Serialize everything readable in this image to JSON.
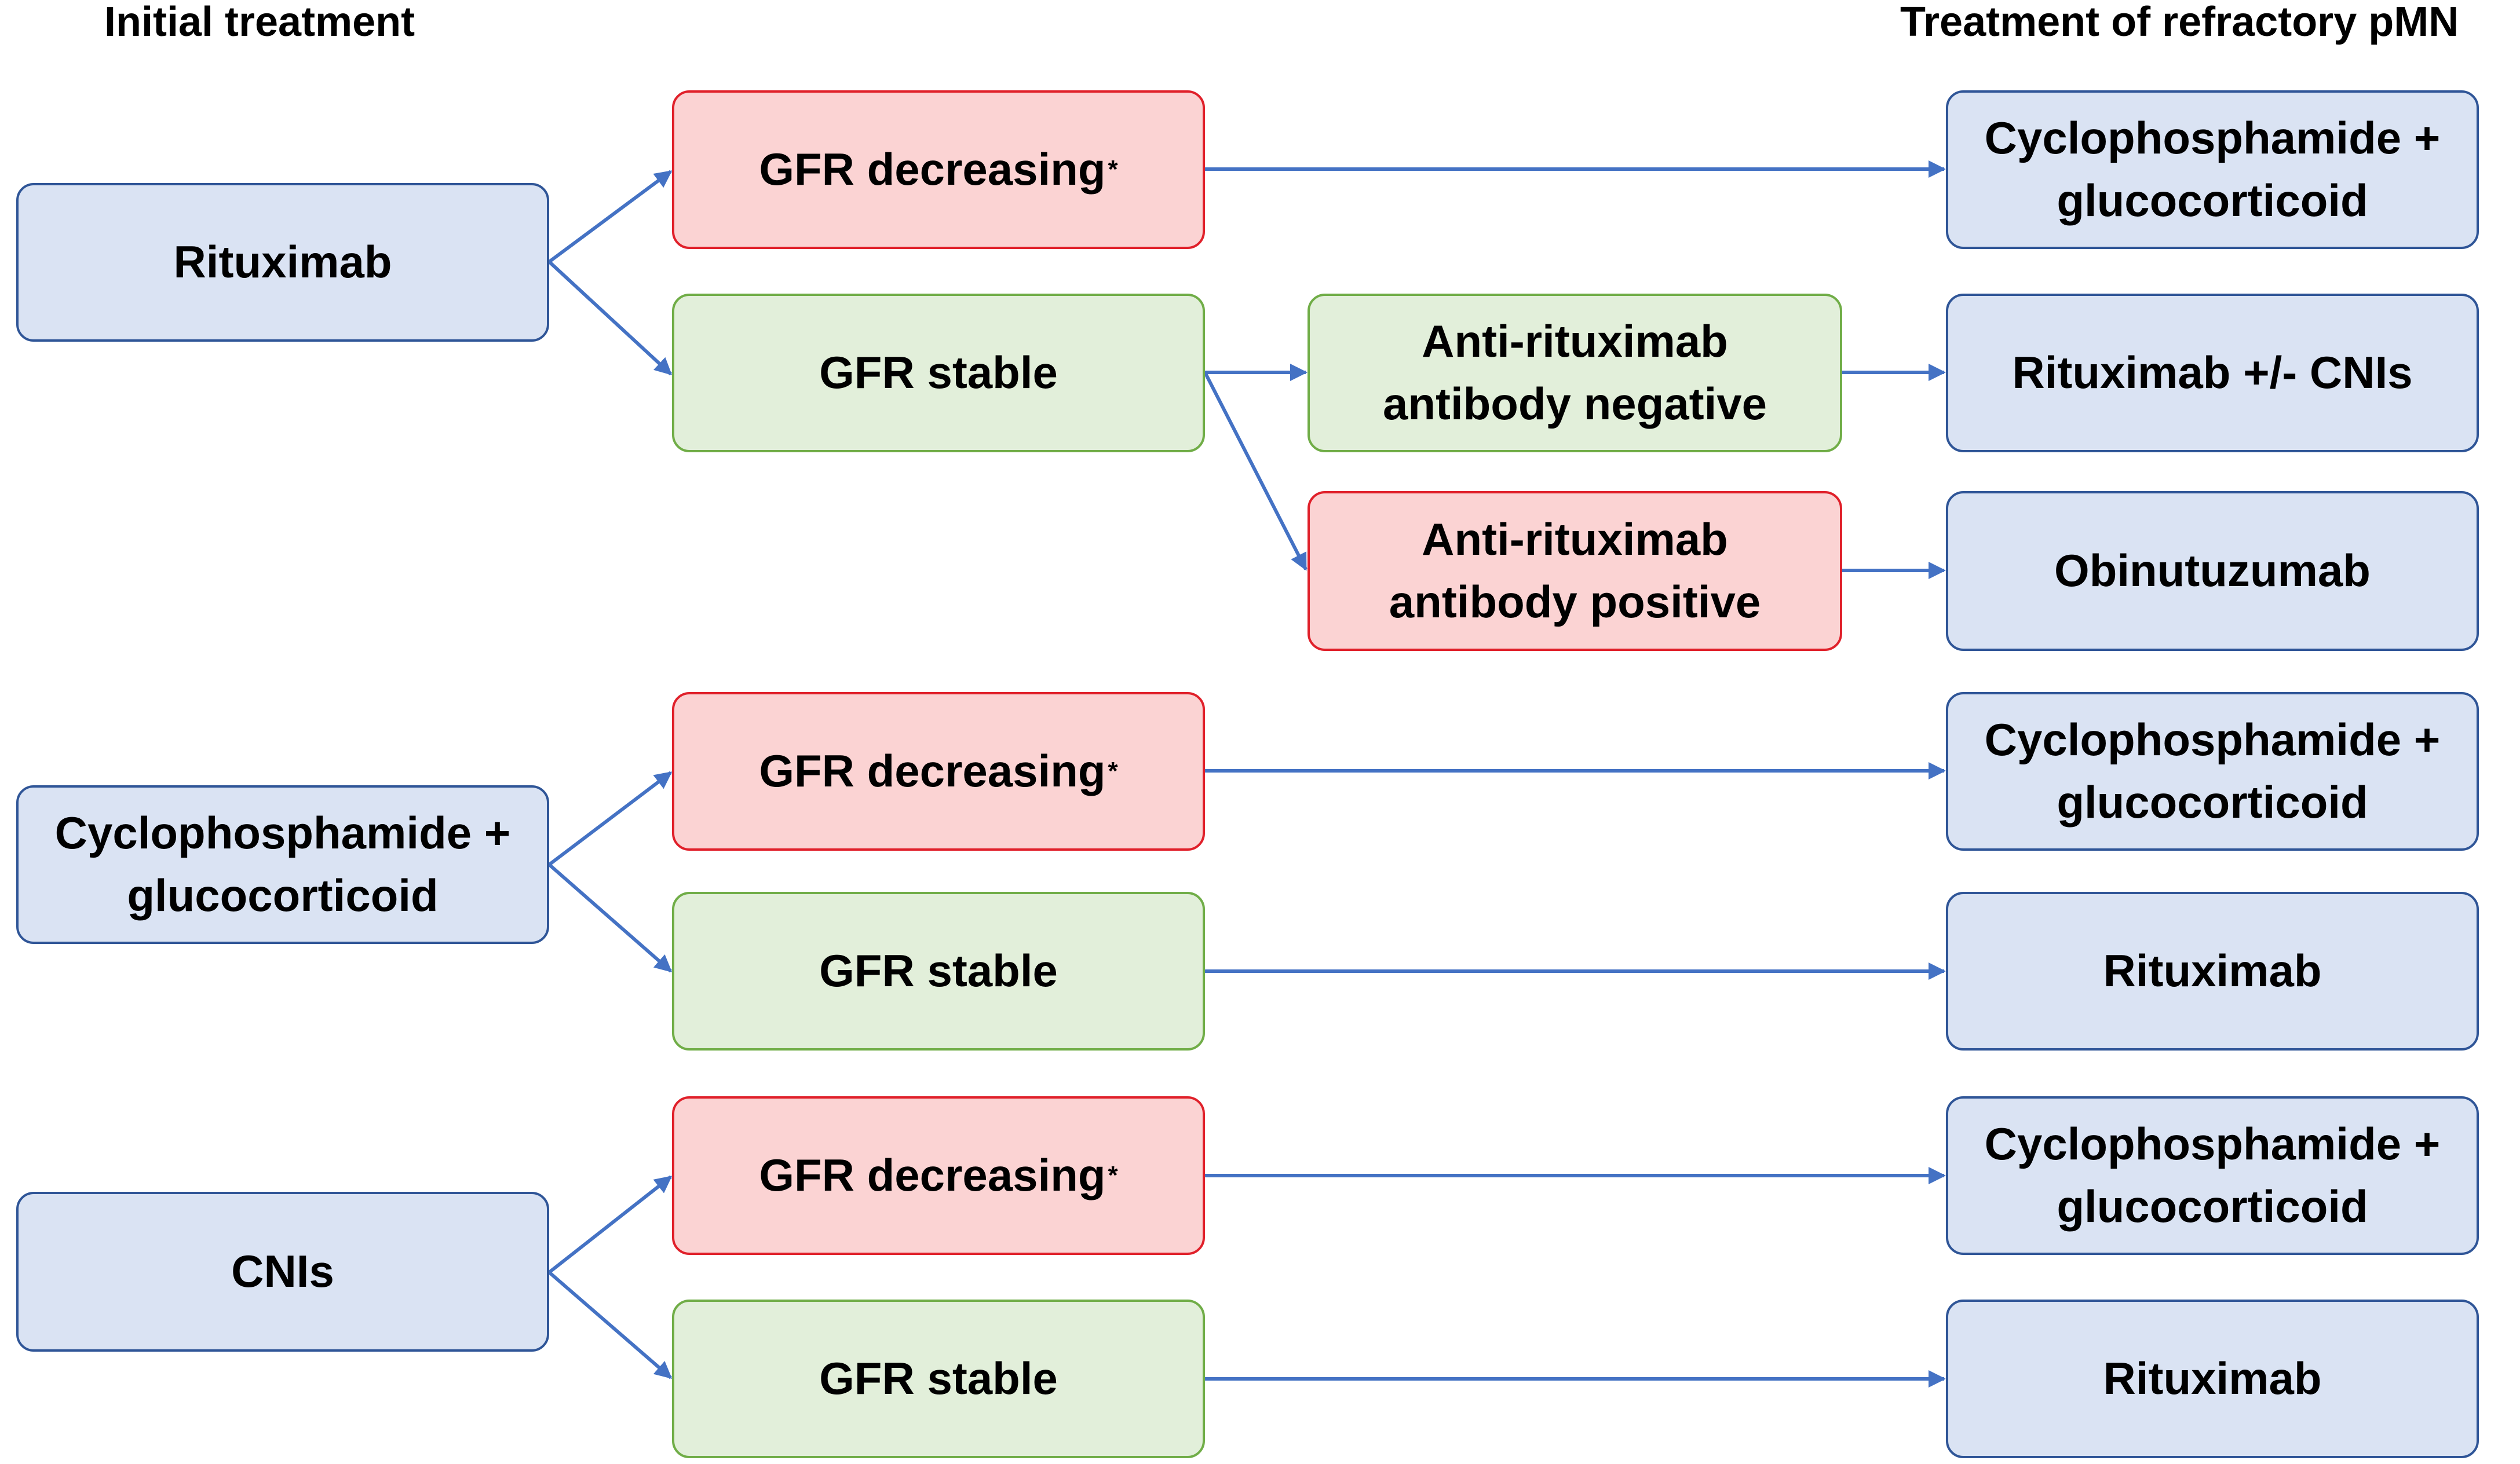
{
  "headings": {
    "initial": "Initial treatment",
    "refractory": "Treatment of refractory pMN"
  },
  "colors": {
    "initial_fill": "#dae3f3",
    "initial_border": "#2f5597",
    "decreasing_fill": "#fbd3d3",
    "decreasing_border": "#e0202a",
    "stable_fill": "#e2efda",
    "stable_border": "#70ad47",
    "arrow": "#4472c4"
  },
  "groups": [
    {
      "initial": "Rituximab",
      "decreasing": {
        "label": "GFR decreasing",
        "marker": "*",
        "treatment": "Cyclophosphamide +\nglucocorticoid"
      },
      "stable": {
        "label": "GFR stable",
        "antibody_negative": {
          "label": "Anti-rituximab\nantibody negative",
          "treatment": "Rituximab +/- CNIs"
        },
        "antibody_positive": {
          "label": "Anti-rituximab\nantibody positive",
          "treatment": "Obinutuzumab"
        }
      }
    },
    {
      "initial": "Cyclophosphamide +\nglucocorticoid",
      "decreasing": {
        "label": "GFR decreasing",
        "marker": "*",
        "treatment": "Cyclophosphamide +\nglucocorticoid"
      },
      "stable": {
        "label": "GFR stable",
        "treatment": "Rituximab"
      }
    },
    {
      "initial": "CNIs",
      "decreasing": {
        "label": "GFR decreasing",
        "marker": "*",
        "treatment": "Cyclophosphamide +\nglucocorticoid"
      },
      "stable": {
        "label": "GFR stable",
        "treatment": "Rituximab"
      }
    }
  ]
}
